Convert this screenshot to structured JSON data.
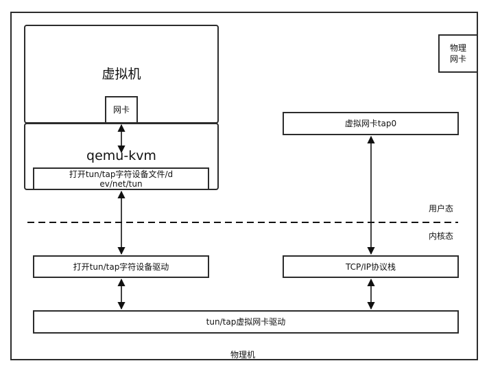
{
  "physical_machine_label": "物理机",
  "physical_nic_label": "物理网卡",
  "vm": {
    "title": "虚拟机",
    "nic_label": "网卡"
  },
  "qemu": {
    "title": "qemu-kvm",
    "open_device_file": "打开tun/tap字符设备文件/dev/net/tun"
  },
  "vnic_tap0": "虚拟网卡tap0",
  "user_space_label": "用户态",
  "kernel_space_label": "内核态",
  "open_device_driver": "打开tun/tap字符设备驱动",
  "tcpip_stack": "TCP/IP协议栈",
  "tun_tap_driver": "tun/tap虚拟网卡驱动"
}
